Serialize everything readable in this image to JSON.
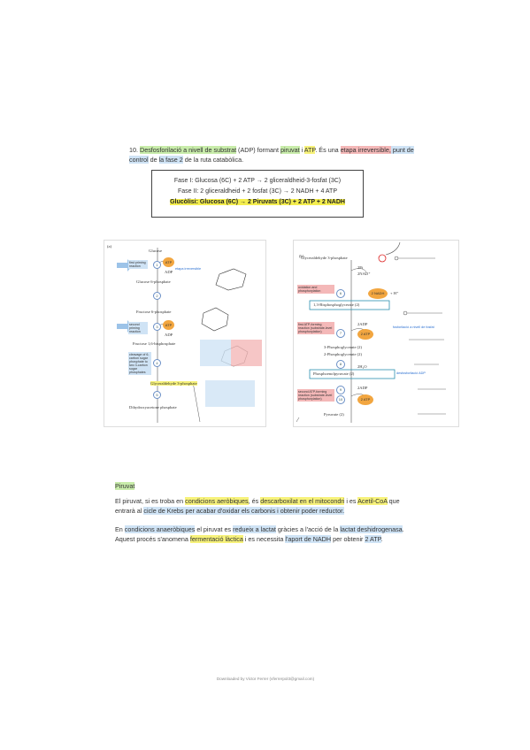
{
  "paragraph10": {
    "num": "10.",
    "t1": "Desfosforilació a nivell de substrat",
    "t2": " (ADP) formant ",
    "t3": "piruvat",
    "t4": " i ",
    "t5": "ATP",
    "t6": ". És una ",
    "t7": "etapa irreversible,",
    "t8": " punt de control",
    "t9": " de ",
    "t10": "la fase 2",
    "t11": " de la ruta catabòlica."
  },
  "summary": {
    "line1": "Fase I: Glucosa (6C) + 2 ATP → 2 gliceraldheid-3-fosfat (3C)",
    "line2": "Fase II: 2 gliceraldheid + 2 fosfat (3C) → 2 NADH + 4 ATP",
    "line3": "Glucòlisi: Glucosa (6C) → 2 Piruvats (3C) + 2 ATP + 2 NADH"
  },
  "figA": {
    "panel": "(a)",
    "glucose": "Glucose",
    "g6p": "Glucose 6-phosphate",
    "f6p": "Fructose 6-phosphate",
    "f16bp": "Fructose 1,6-bisphosphate",
    "g3p": "Glyceraldehyde 3-phosphate",
    "dhap": "Dihydroxyacetone phosphate",
    "atp1": "ATP",
    "adp1": "ADP",
    "atp2": "ATP",
    "adp2": "ADP",
    "note1": "first priming reaction",
    "note2": "second priming reaction",
    "note3": "cleavage of 6-carbon sugar phosphate to two 3-carbon sugar phosphates",
    "ann1": "etapa irreversible",
    "s1": "1",
    "s2": "2",
    "s3": "3",
    "s4": "4",
    "s5": "5"
  },
  "figB": {
    "panel": "(b)",
    "g3p": "Glyceraldehyde 3-phosphate",
    "pi": "2Pi",
    "nad": "2NAD⁺",
    "nadh": "2 NADH",
    "h": "+ H⁺",
    "bpg": "1,3-Bisphosphoglycerate (2)",
    "adp1": "2ADP",
    "atp1": "2 ATP",
    "pg3": "3-Phosphoglycerate (2)",
    "pg2": "2-Phosphoglycerate (2)",
    "h2o": "2H₂O",
    "pep": "Phosphoenolpyruvate (2)",
    "adp2": "2ADP",
    "atp2": "2 ATP",
    "pyr": "Pyruvate (2)",
    "note1": "oxidation and phosphorylation",
    "note2": "first ATP-forming reaction (substrate-level phosphorylation)",
    "note3": "second ATP-forming reaction (substrate-level phosphorylation)",
    "ann1": "fosforilació a nivell de fosfat",
    "ann2": "desfosforilació ADP",
    "s6": "6",
    "s7": "7",
    "s8": "8",
    "s9": "9",
    "s10": "10"
  },
  "piruvat": {
    "heading": "Piruvat",
    "p1a": "El piruvat, si es troba en ",
    "p1b": "condicions aeròbiques",
    "p1c": ", és ",
    "p1d": "descarboxilat en el mitocondri",
    "p1e": " i es ",
    "p1f": "Acetil-CoA",
    "p1g": " que entrarà al ",
    "p1h": "cicle de Krebs",
    "p1i": " per acabar d'oxidar els carbonis i obtenir poder reductor.",
    "p2a": "En ",
    "p2b": "condicions anaeròbiques",
    "p2c": " el piruvat es ",
    "p2d": "redueix a lactat",
    "p2e": " gràcies a l'acció de la ",
    "p2f": "lactat deshidrogenasa",
    "p2g": ". Aquest procés s'anomena ",
    "p2h": "fermentació làctica",
    "p2i": " i es necessita ",
    "p2j": "l'aport de NADH",
    "p2k": " per obtenir ",
    "p2l": "2 ATP",
    "p2m": "."
  },
  "footer": "Downloaded by Victor Ferrer (vferrerpol3@gmail.com)",
  "colors": {
    "yellow": "#f4ee4e",
    "green": "#c8ecaa",
    "red": "#f4b8b8",
    "blue": "#cfe3f5",
    "atp": "#f2a640"
  }
}
